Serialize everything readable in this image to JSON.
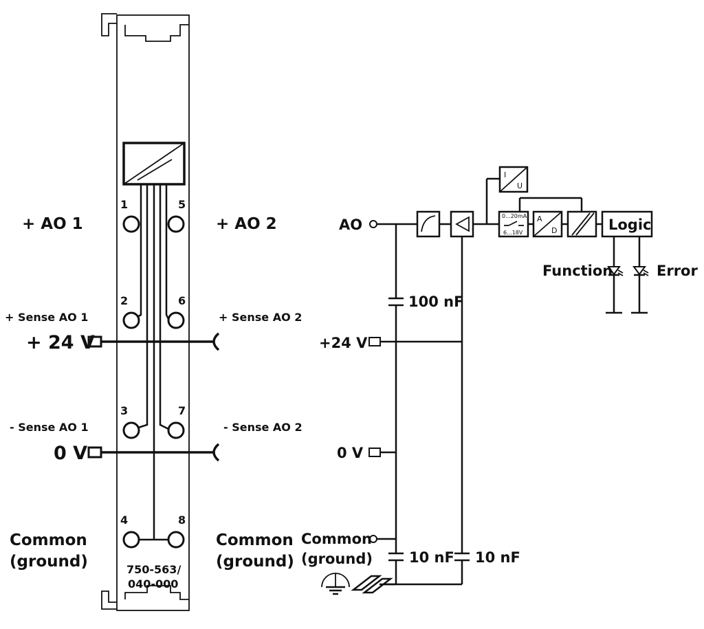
{
  "left_module": {
    "labels": {
      "ao1": "+ AO 1",
      "ao2": "+ AO 2",
      "sense_ao1": "+ Sense AO 1",
      "sense_ao2": "+ Sense AO 2",
      "plus24v": "+ 24 V",
      "minus_sense_ao1": "- Sense AO 1",
      "minus_sense_ao2": "- Sense AO 2",
      "zero_v": "0 V",
      "common_left_1": "Common",
      "common_left_2": "(ground)",
      "common_right_1": "Common",
      "common_right_2": "(ground)",
      "part_number_1": "750-563/",
      "part_number_2": "040-000"
    },
    "terminals": [
      "1",
      "2",
      "3",
      "4",
      "5",
      "6",
      "7",
      "8"
    ]
  },
  "schematic": {
    "ao": "AO",
    "plus24v": "+24 V",
    "zero_v": "0 V",
    "common_1": "Common",
    "common_2": "(ground)",
    "cap_100nf": "100 nF",
    "cap_10nf_left": "10 nF",
    "cap_10nf_right": "10 nF",
    "iu_top": "I",
    "iu_bottom": "U",
    "range_top": "0...20mA",
    "range_bottom": "6...18V",
    "ad_top": "A",
    "ad_bottom": "D",
    "logic": "Logic",
    "function": "Function",
    "error": "Error"
  }
}
